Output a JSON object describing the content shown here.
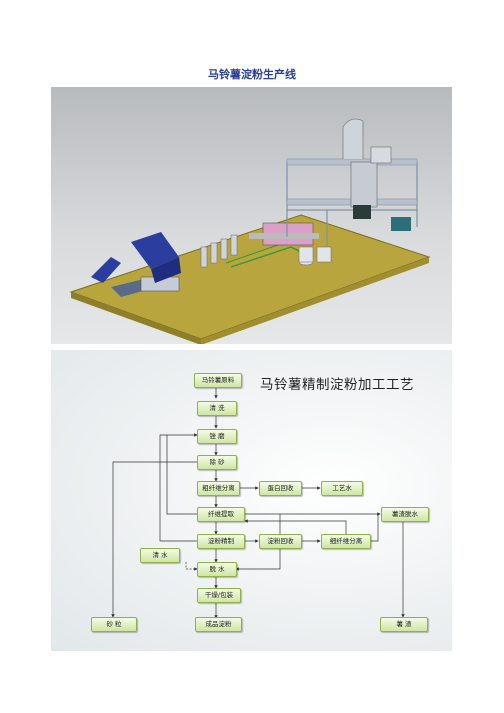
{
  "page": {
    "title": "马铃薯淀粉生产线"
  },
  "render": {
    "caption": ""
  },
  "flow": {
    "heading": "马铃薯精制淀粉加工工艺",
    "nodes": {
      "raw": "马铃薯原料",
      "wash": "清  洗",
      "grind": "锉  磨",
      "desand": "除  砂",
      "coarse": "粗纤维分离",
      "protein": "蛋白回收",
      "water_process": "工艺水",
      "fiber_extract": "纤维提取",
      "residue_dewater": "薯渣脱水",
      "starch_refine": "淀粉精制",
      "starch_recover": "淀粉回收",
      "fine_fiber": "细纤维分离",
      "clean_water": "清  水",
      "dewater": "脱  水",
      "dry_pack": "干燥/包装",
      "sand": "砂  粒",
      "finished": "成品淀粉",
      "residue": "薯  渣"
    }
  }
}
